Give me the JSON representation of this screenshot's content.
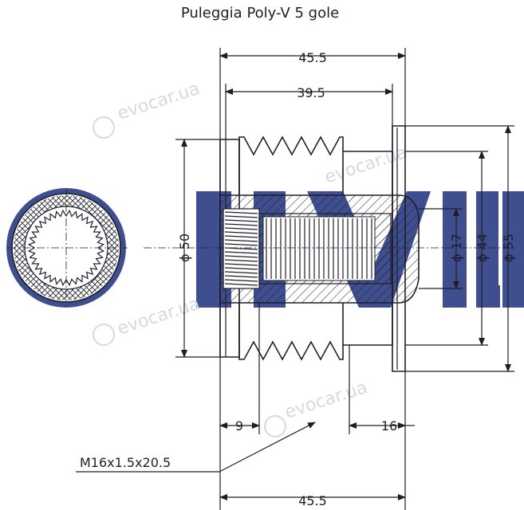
{
  "title": "Puleggia Poly-V 5 gole",
  "brand": {
    "logo_text": "RUVILLE",
    "color": "#3f4e8f"
  },
  "watermark": "evocar.ua",
  "dimensions": {
    "overall_length_top": "45.5",
    "pulley_length": "39.5",
    "diameter_50": "ϕ 50",
    "diameter_17": "ϕ 17",
    "diameter_44": "ϕ 44",
    "diameter_55": "ϕ 55",
    "left_offset": "9",
    "right_offset": "16",
    "thread_spec": "M16x1.5x20.5",
    "overall_length_bottom": "45.5"
  },
  "colors": {
    "line": "#1e1e28",
    "logo": "#3f4e8f",
    "watermark": "#d4d9e4"
  }
}
